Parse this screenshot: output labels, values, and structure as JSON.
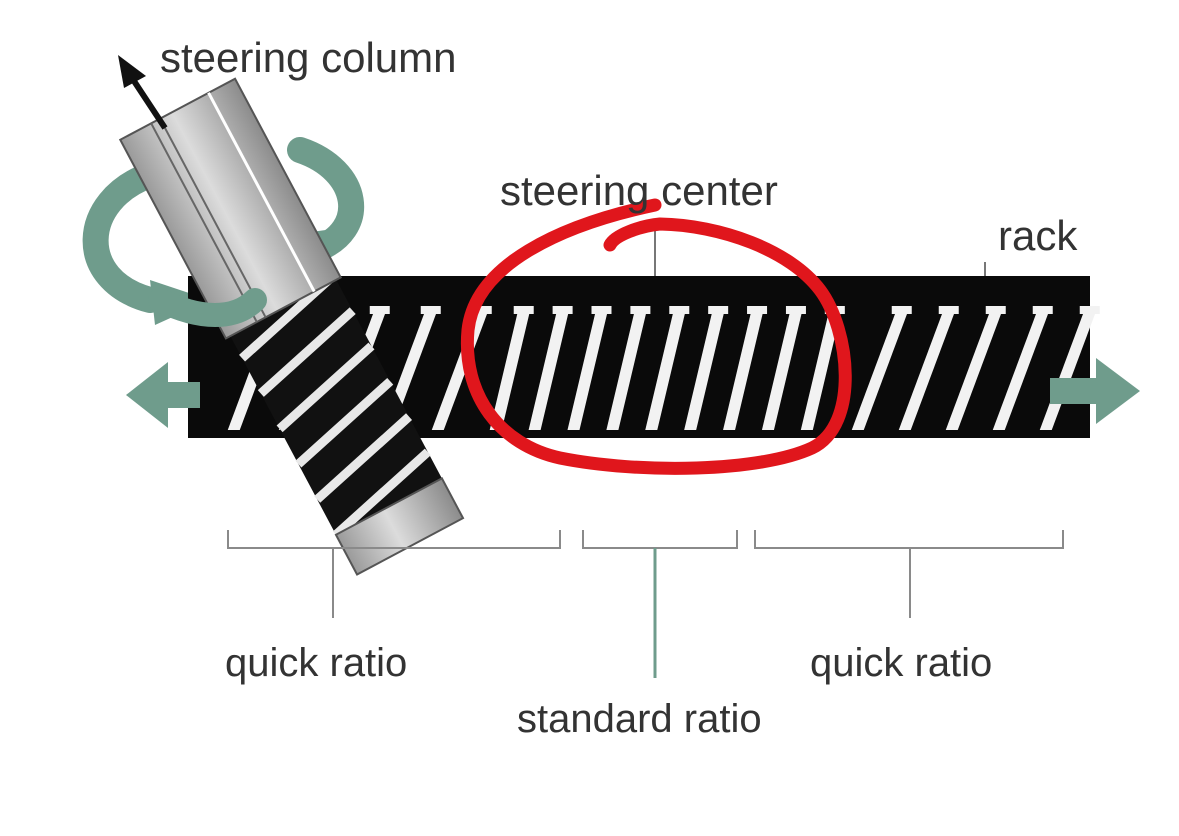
{
  "labels": {
    "steering_column": "steering column",
    "steering_center": "steering center",
    "rack": "rack",
    "quick_ratio_left": "quick ratio",
    "standard_ratio": "standard ratio",
    "quick_ratio_right": "quick ratio"
  },
  "colors": {
    "rack": "#0a0a0a",
    "arrow_green": "#6f9c8c",
    "pinion_gray": "#bfbfbf",
    "bracket_gray": "#8a8a8a",
    "highlight_red": "#e0161c",
    "text": "#333333"
  },
  "rack_teeth": {
    "left_quick_count": 5,
    "standard_count": 9,
    "right_quick_count": 5
  }
}
